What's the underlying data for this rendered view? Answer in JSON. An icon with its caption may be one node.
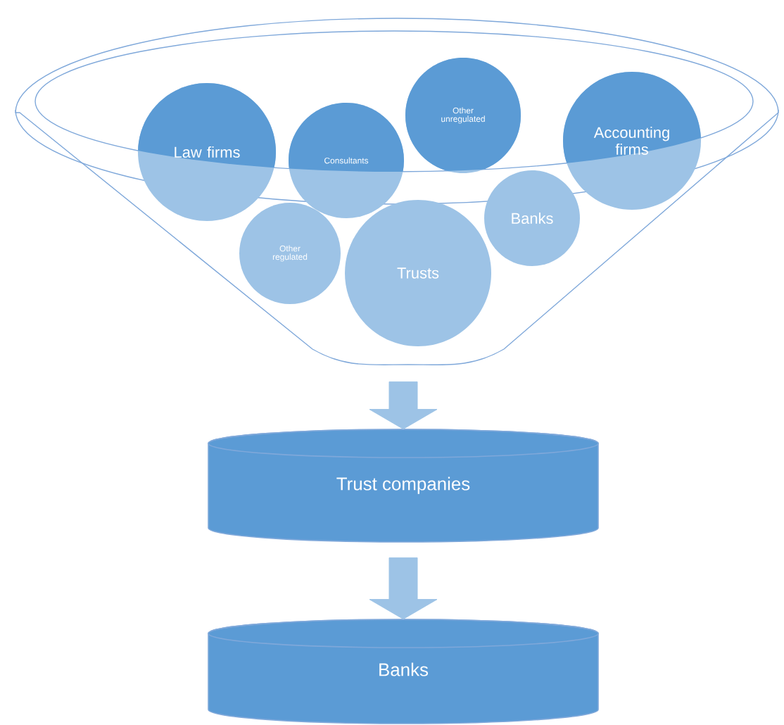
{
  "diagram": {
    "nodes": [
      {
        "text": [],
        "shape": "funnel"
      },
      {
        "text": [
          "Law firms"
        ],
        "in": 0
      },
      {
        "text": [
          "Consultants"
        ],
        "in": 0
      },
      {
        "text": [
          "Other unregulated"
        ],
        "in": 0
      },
      {
        "text": [
          "Accounting firms"
        ],
        "in": 0
      },
      {
        "text": [
          "Other regulated"
        ],
        "in": 0
      },
      {
        "text": [
          "Trusts"
        ],
        "in": 0
      },
      {
        "text": [
          "Banks"
        ],
        "in": 0
      },
      {
        "text": [
          "Trust companies"
        ]
      },
      {
        "text": [
          "Banks"
        ]
      }
    ],
    "edges": [
      {
        "from": 0,
        "to": 8,
        "arrow": "to"
      },
      {
        "from": 8,
        "to": 9,
        "arrow": "to"
      }
    ]
  }
}
